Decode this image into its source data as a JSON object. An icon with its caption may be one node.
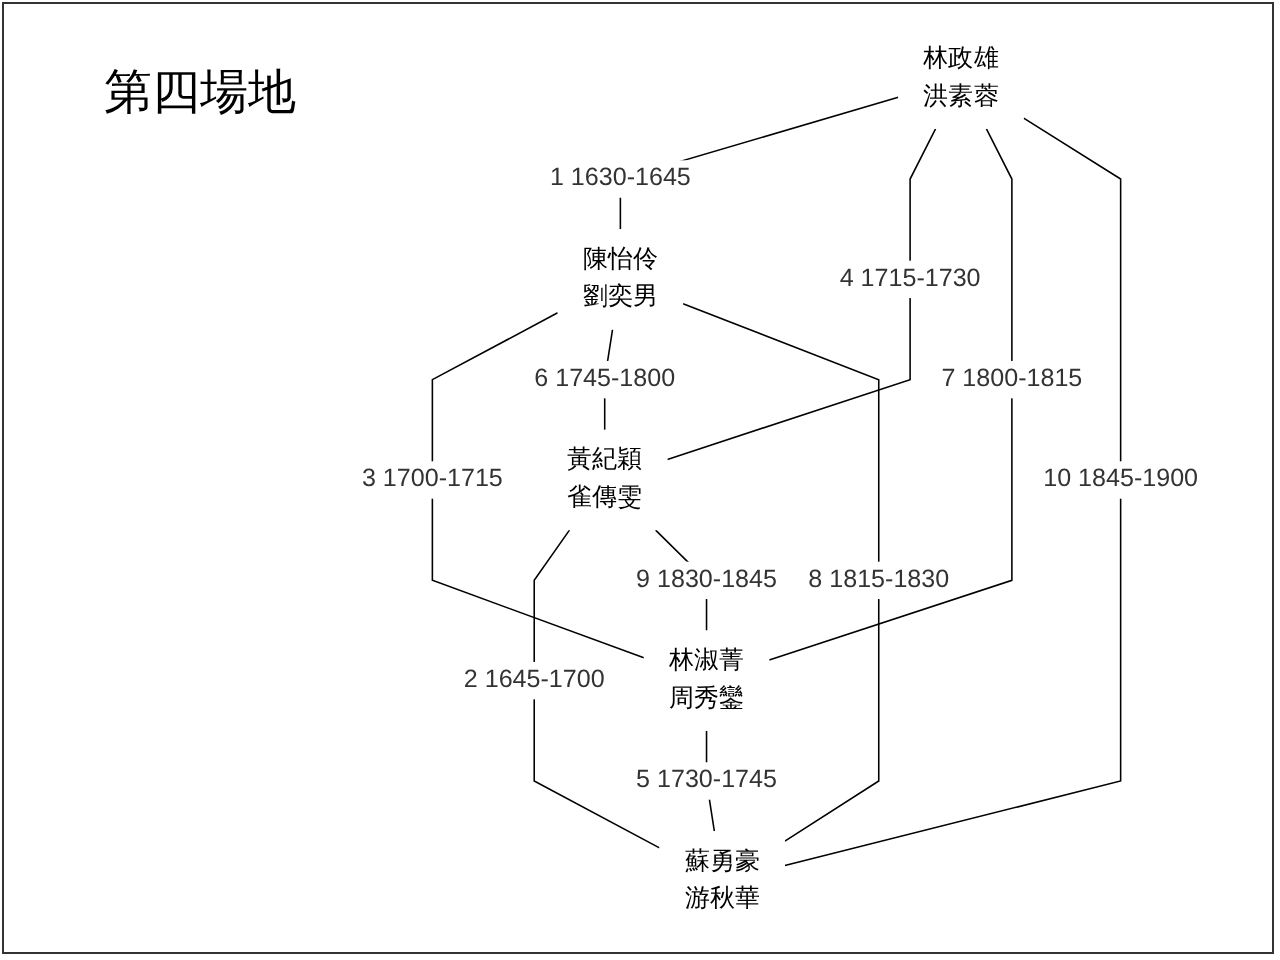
{
  "diagram": {
    "title": "第四場地",
    "nodes": [
      {
        "text": [
          "林政雄",
          "洪素蓉"
        ]
      },
      {
        "text": [
          "陳怡伶",
          "劉奕男"
        ]
      },
      {
        "text": [
          "黃紀穎",
          "雀傳雯"
        ]
      },
      {
        "text": [
          "林淑菁",
          "周秀鑾"
        ]
      },
      {
        "text": [
          "蘇勇豪",
          "游秋華"
        ]
      }
    ],
    "edges": [
      {
        "from": 0,
        "to": 1,
        "arrow": "none",
        "label": "1 1630-1645"
      },
      {
        "from": 2,
        "to": 4,
        "arrow": "none",
        "label": "2 1645-1700"
      },
      {
        "from": 1,
        "to": 3,
        "arrow": "none",
        "label": "3 1700-1715"
      },
      {
        "from": 0,
        "to": 2,
        "arrow": "none",
        "label": "4 1715-1730"
      },
      {
        "from": 3,
        "to": 4,
        "arrow": "none",
        "label": "5 1730-1745"
      },
      {
        "from": 1,
        "to": 2,
        "arrow": "none",
        "label": "6 1745-1800"
      },
      {
        "from": 0,
        "to": 3,
        "arrow": "none",
        "label": "7 1800-1815"
      },
      {
        "from": 1,
        "to": 4,
        "arrow": "none",
        "label": "8 1815-1830"
      },
      {
        "from": 2,
        "to": 3,
        "arrow": "none",
        "label": "9 1830-1845"
      },
      {
        "from": 0,
        "to": 4,
        "arrow": "none",
        "label": "10 1845-1900"
      }
    ]
  }
}
